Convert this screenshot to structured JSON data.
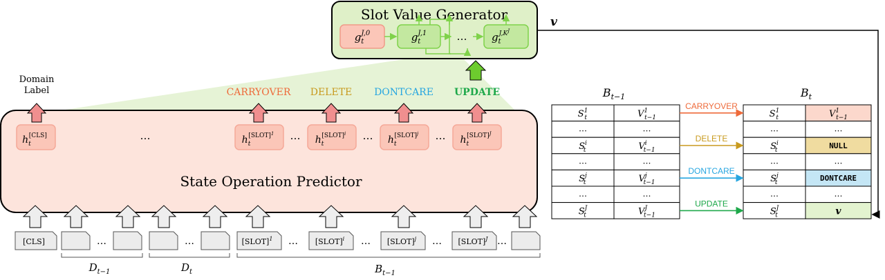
{
  "colors": {
    "carryover": "#ee6a3a",
    "delete": "#c89a1e",
    "dontcare": "#27a6e0",
    "update": "#1ea84a",
    "predictor_fill": "#fde4dc",
    "token_fill": "#fbc6b8",
    "generator_fill": "#dff0c8",
    "generator_box_fill": "#c3e8a0",
    "generator_first_fill": "#fbc6b8",
    "green_edge": "#7fd24a",
    "null_fill": "#f0dca0",
    "dontcare_fill": "#c4e6f5",
    "update_cell_fill": "#e3f3cf",
    "carry_cell_fill": "#fcd8cc",
    "gray_arrow": "#eeeeee"
  },
  "generator": {
    "title": "Slot Value Generator",
    "boxes": [
      {
        "base": "g",
        "sub": "t",
        "sup": "J,0"
      },
      {
        "base": "g",
        "sub": "t",
        "sup": "J,1"
      },
      {
        "base": "g",
        "sub": "t",
        "sup": "J,K",
        "sup2": "J"
      }
    ],
    "ellipsis": "…",
    "output_label": "v"
  },
  "predictor": {
    "title": "State Operation Predictor",
    "domain_label": [
      "Domain",
      "Label"
    ],
    "operations": [
      "CARRYOVER",
      "DELETE",
      "DONTCARE",
      "UPDATE"
    ],
    "hidden_states": [
      {
        "base": "h",
        "sub": "t",
        "sup": "[CLS]"
      },
      {
        "base": "h",
        "sub": "t",
        "sup": "[SLOT]",
        "sup2": "1"
      },
      {
        "base": "h",
        "sub": "t",
        "sup": "[SLOT]",
        "sup2": "i"
      },
      {
        "base": "h",
        "sub": "t",
        "sup": "[SLOT]",
        "sup2": "j"
      },
      {
        "base": "h",
        "sub": "t",
        "sup": "[SLOT]",
        "sup2": "J"
      }
    ],
    "ellipsis": "…"
  },
  "inputs": {
    "tokens": [
      {
        "text": "[CLS]"
      },
      {
        "text": "[SLOT]",
        "sup": "1"
      },
      {
        "text": "[SLOT]",
        "sup": "i"
      },
      {
        "text": "[SLOT]",
        "sup": "j"
      },
      {
        "text": "[SLOT]",
        "sup": "J"
      }
    ],
    "ellipsis": "…",
    "groups": [
      {
        "base": "D",
        "sub": "t−1"
      },
      {
        "base": "D",
        "sub": "t"
      },
      {
        "base": "B",
        "sub": "t−1"
      }
    ]
  },
  "tables": {
    "left_title": {
      "base": "B",
      "sub": "t−1"
    },
    "right_title": {
      "base": "B",
      "sub": "t"
    },
    "ellipsis": "…",
    "rows": [
      {
        "s_sup": "1",
        "v_sup": "1",
        "label": "CARRYOVER",
        "result": {
          "kind": "math",
          "base": "V",
          "sup": "1",
          "sub": "t−1"
        }
      },
      {
        "s_sup": "i",
        "v_sup": "i",
        "label": "DELETE",
        "result": {
          "kind": "text",
          "text": "NULL"
        }
      },
      {
        "s_sup": "j",
        "v_sup": "j",
        "label": "DONTCARE",
        "result": {
          "kind": "text",
          "text": "DONTCARE"
        }
      },
      {
        "s_sup": "J",
        "v_sup": "J",
        "label": "UPDATE",
        "result": {
          "kind": "math",
          "base": "v"
        }
      }
    ]
  }
}
